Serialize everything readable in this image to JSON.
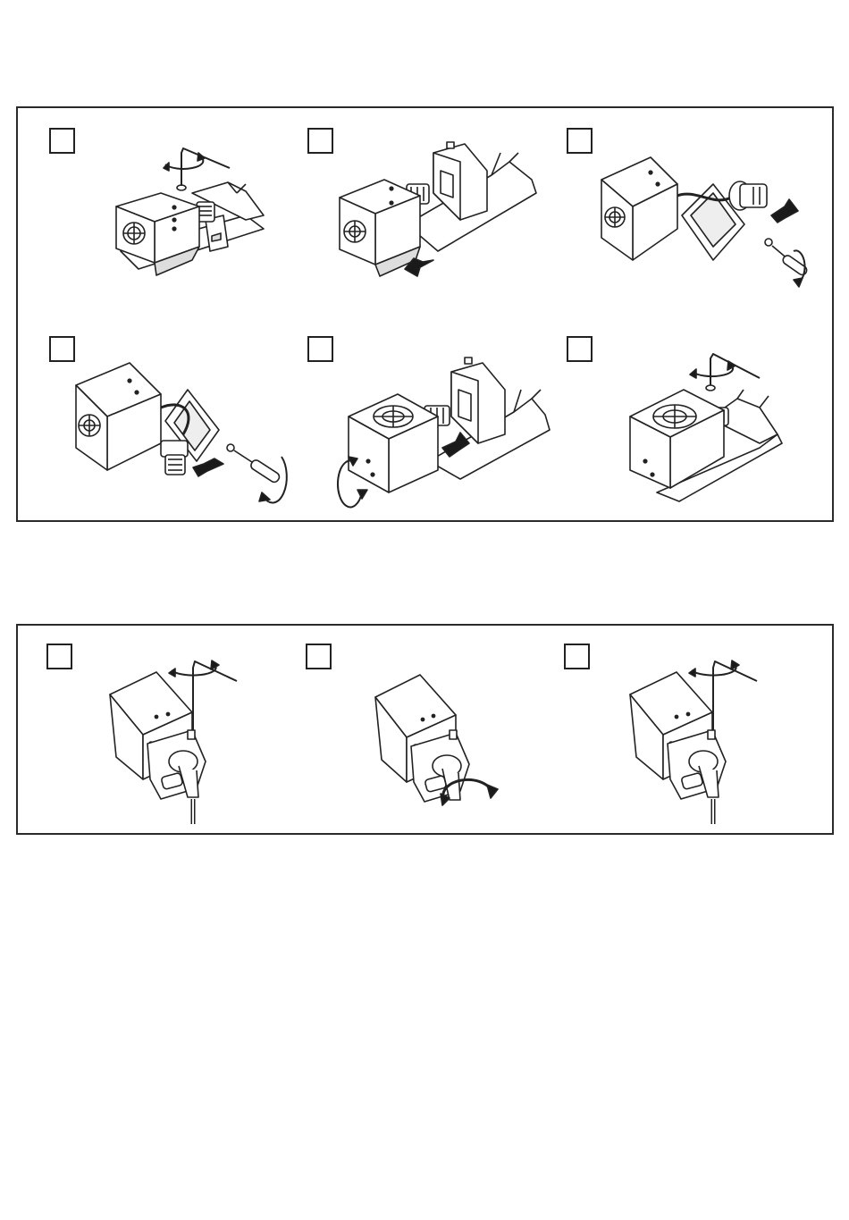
{
  "page": {
    "panels": [
      {
        "id": "sensor-head-rotation-procedure",
        "steps": 6
      },
      {
        "id": "connector-rotation-procedure",
        "steps": 3
      }
    ]
  },
  "colors": {
    "line": "#222222",
    "fill": "#ffffff",
    "arrow": "#1a1a1a",
    "panel_border": "#2a2a2a"
  },
  "icons": [
    "hex-key-icon",
    "rotation-arrow-icon",
    "direction-arrow-icon",
    "screwdriver-icon"
  ]
}
